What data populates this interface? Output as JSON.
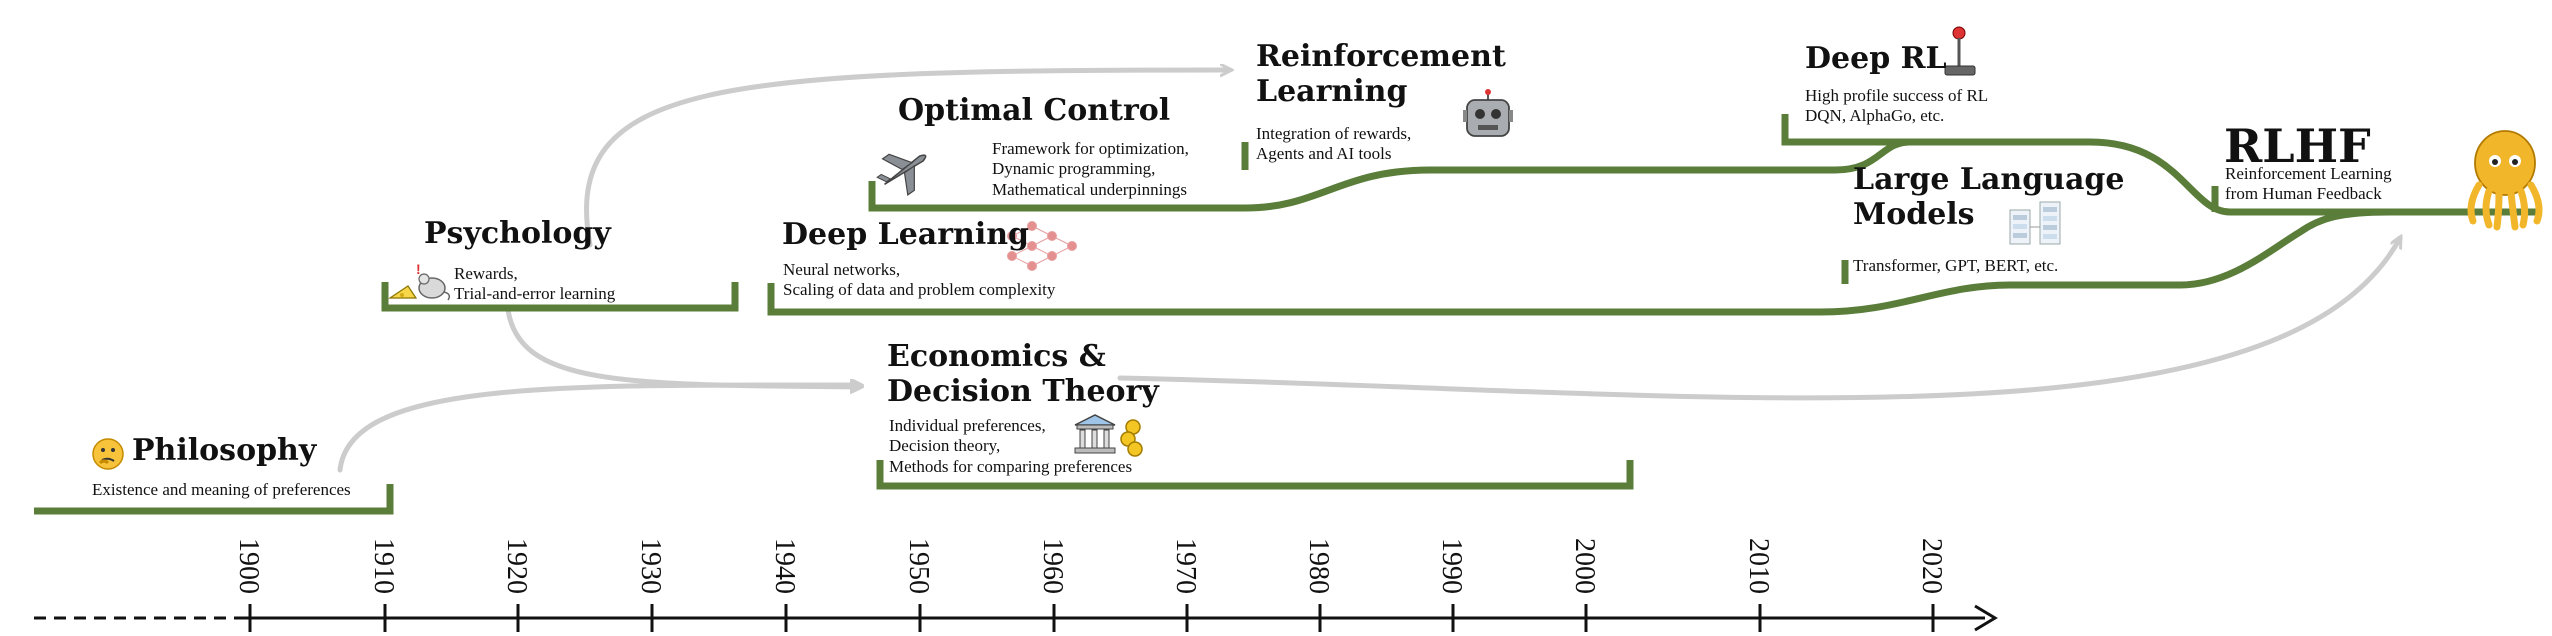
{
  "colors": {
    "track": "#5a7d3a",
    "arrow": "#cccccc",
    "axis": "#111111"
  },
  "timeline": {
    "ticks": [
      "1900",
      "1910",
      "1920",
      "1930",
      "1940",
      "1950",
      "1960",
      "1970",
      "1980",
      "1990",
      "2000",
      "2010",
      "2020"
    ]
  },
  "nodes": {
    "philosophy": {
      "title": "Philosophy",
      "lines": [
        "Existence and meaning of preferences"
      ],
      "icon": "thinking-face-icon"
    },
    "psychology": {
      "title": "Psychology",
      "lines": [
        "Rewards,",
        "Trial-and-error learning"
      ],
      "icon": "mouse-cheese-icon"
    },
    "economics": {
      "title_lines": [
        "Economics &",
        "Decision Theory"
      ],
      "lines": [
        "Individual preferences,",
        "Decision theory,",
        "Methods for comparing preferences"
      ],
      "icon": "bank-coins-icon"
    },
    "deep_learning": {
      "title": "Deep Learning",
      "lines": [
        "Neural networks,",
        "Scaling of data and problem complexity"
      ],
      "icon": "neural-network-icon"
    },
    "optimal_control": {
      "title": "Optimal Control",
      "lines": [
        "Framework for optimization,",
        "Dynamic programming,",
        "Mathematical underpinnings"
      ],
      "icon": "airplane-icon"
    },
    "reinforcement_learning": {
      "title_lines": [
        "Reinforcement",
        "Learning"
      ],
      "lines": [
        "Integration of rewards,",
        "Agents and AI tools"
      ],
      "icon": "robot-icon"
    },
    "deep_rl": {
      "title": "Deep RL",
      "lines": [
        "High profile success of RL",
        "DQN, AlphaGo, etc."
      ],
      "icon": "joystick-icon"
    },
    "llm": {
      "title_lines": [
        "Large Language",
        "Models"
      ],
      "lines": [
        "Transformer, GPT, BERT, etc."
      ],
      "icon": "transformer-diagram-icon"
    },
    "rlhf": {
      "title": "RLHF",
      "lines": [
        "Reinforcement Learning",
        "from Human Feedback"
      ],
      "icon": "octopus-icon"
    }
  }
}
